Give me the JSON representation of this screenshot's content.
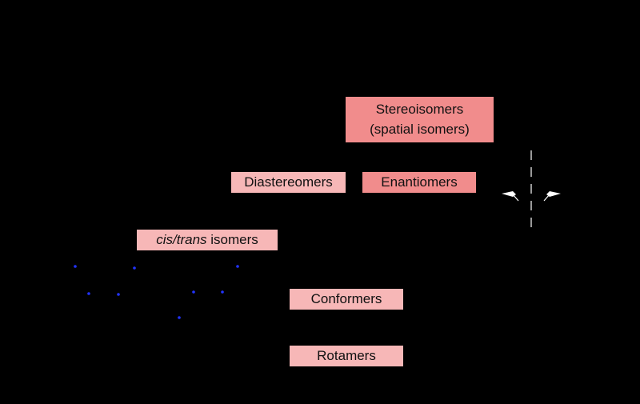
{
  "boxes": {
    "stereoisomers": {
      "line1": "Stereoisomers",
      "line2": "(spatial isomers)"
    },
    "diastereomers": "Diastereomers",
    "enantiomers": "Enantiomers",
    "cis_trans": {
      "italic": "cis/trans",
      "suffix": " isomers"
    },
    "conformers": "Conformers",
    "rotamers": "Rotamers"
  },
  "colors": {
    "background": "#000000",
    "box_dark": "#f18c8c",
    "box_light": "#f7b7b7",
    "mirror_line": "#cccccc",
    "mirror_arrow": "#ffffff",
    "marker": "#2233ff"
  }
}
